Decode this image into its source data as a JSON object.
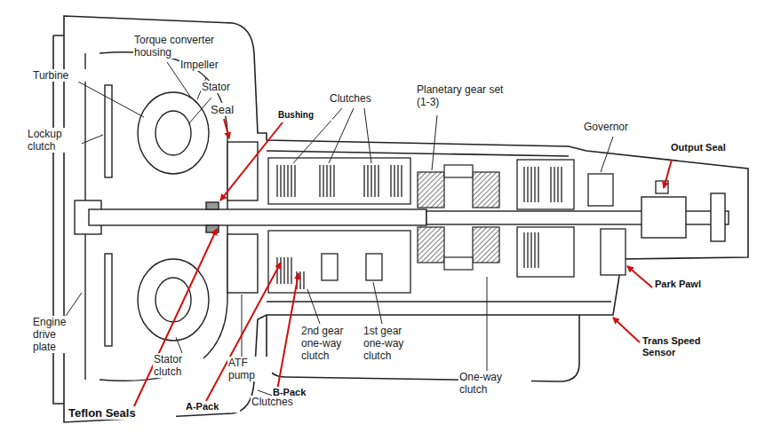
{
  "diagram": {
    "labels": [
      "Torque converter housing",
      "Turbine",
      "Impeller",
      "Stator",
      "Seal",
      "Bushing",
      "Lockup clutch",
      "Clutches",
      "Planetary gear set (1-3)",
      "Governor",
      "Output Seal",
      "Park Pawl",
      "Trans Speed Sensor",
      "Engine drive plate",
      "Stator clutch",
      "ATF pump",
      "2nd gear one-way clutch",
      "1st gear one-way clutch",
      "One-way clutch",
      "Clutches",
      "A-Pack",
      "B-Pack",
      "Teflon Seals"
    ]
  }
}
